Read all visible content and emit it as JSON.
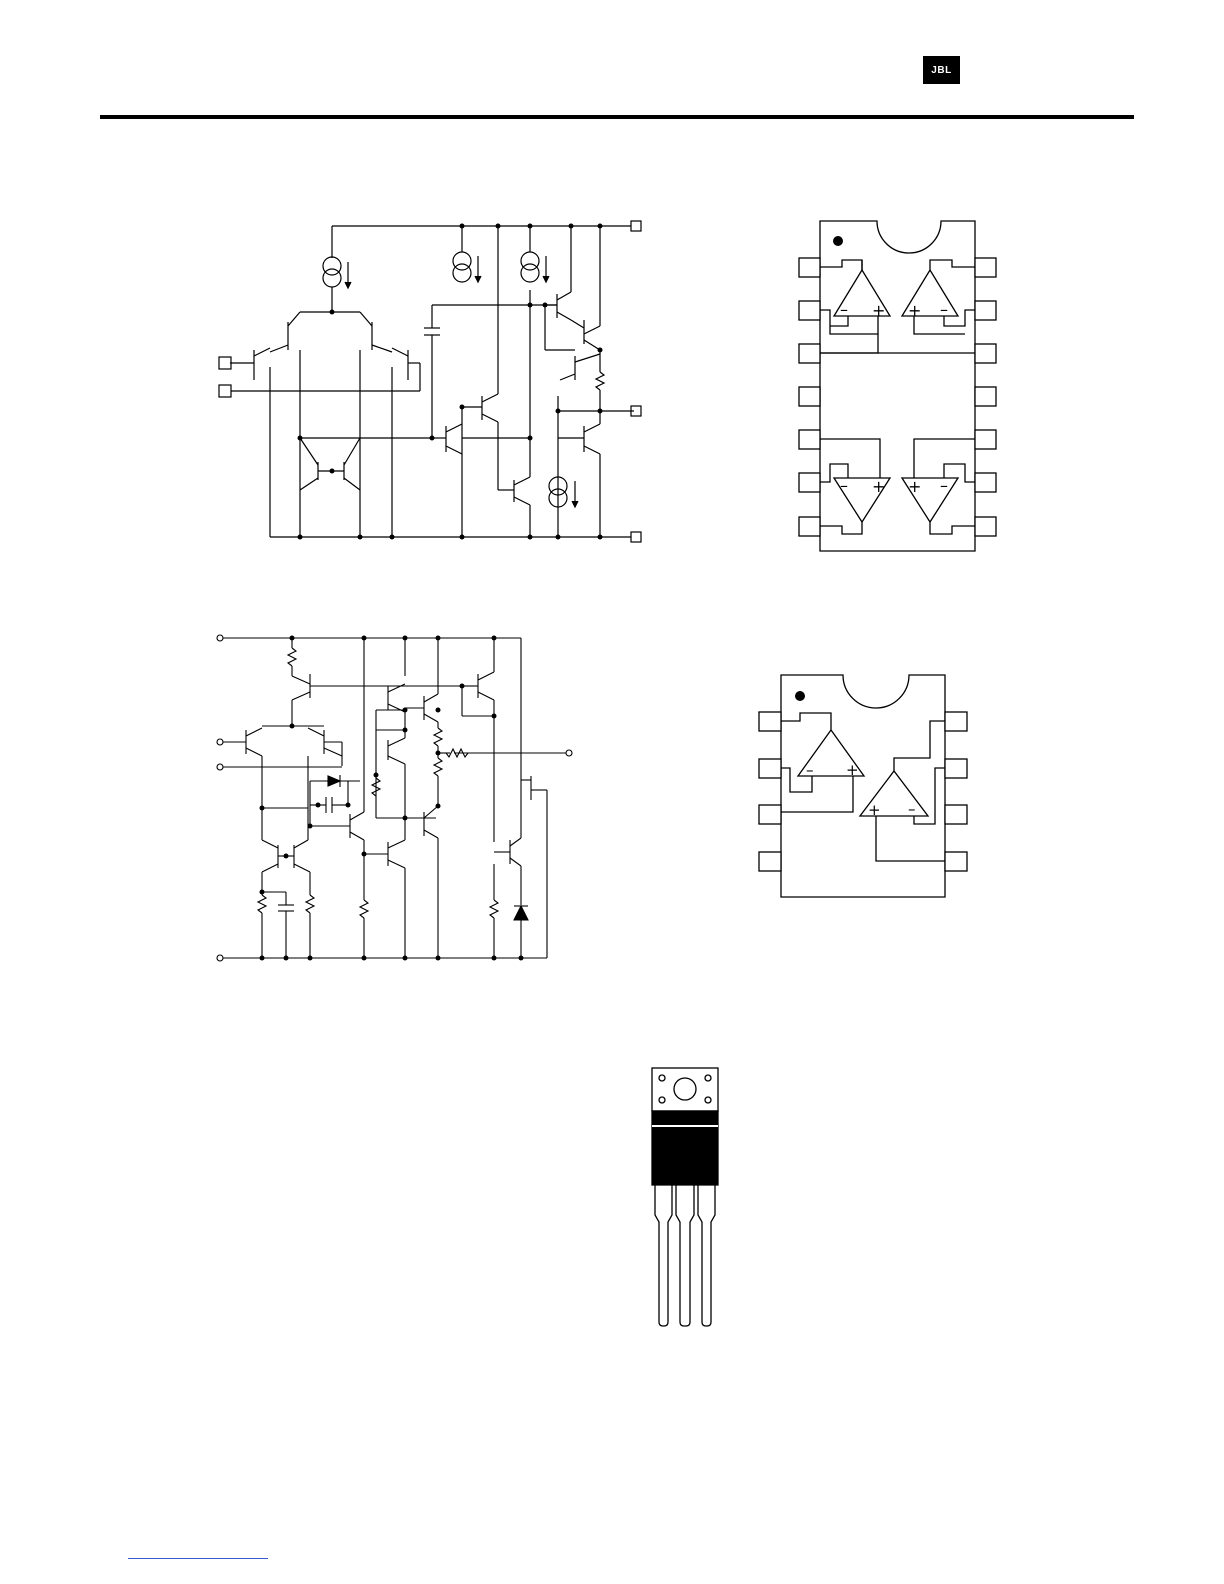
{
  "header": {
    "logo_text": "JBL",
    "rule_color": "#000000"
  },
  "diagrams": [
    {
      "id": "quad-opamp-schematic",
      "icon": "transistor-schematic-icon"
    },
    {
      "id": "quad-opamp-pinout",
      "icon": "dip14-pinout-icon",
      "pins": 14,
      "amplifiers": 4
    },
    {
      "id": "single-opamp-schematic",
      "icon": "transistor-schematic-icon"
    },
    {
      "id": "dual-opamp-pinout",
      "icon": "dip8-pinout-icon",
      "pins": 8,
      "amplifiers": 2
    },
    {
      "id": "to220-package",
      "icon": "to220-package-icon",
      "leads": 3
    }
  ],
  "symbols": {
    "minus": "–",
    "plus": "+"
  },
  "footer": {
    "link_color": "#3b5bd6"
  }
}
